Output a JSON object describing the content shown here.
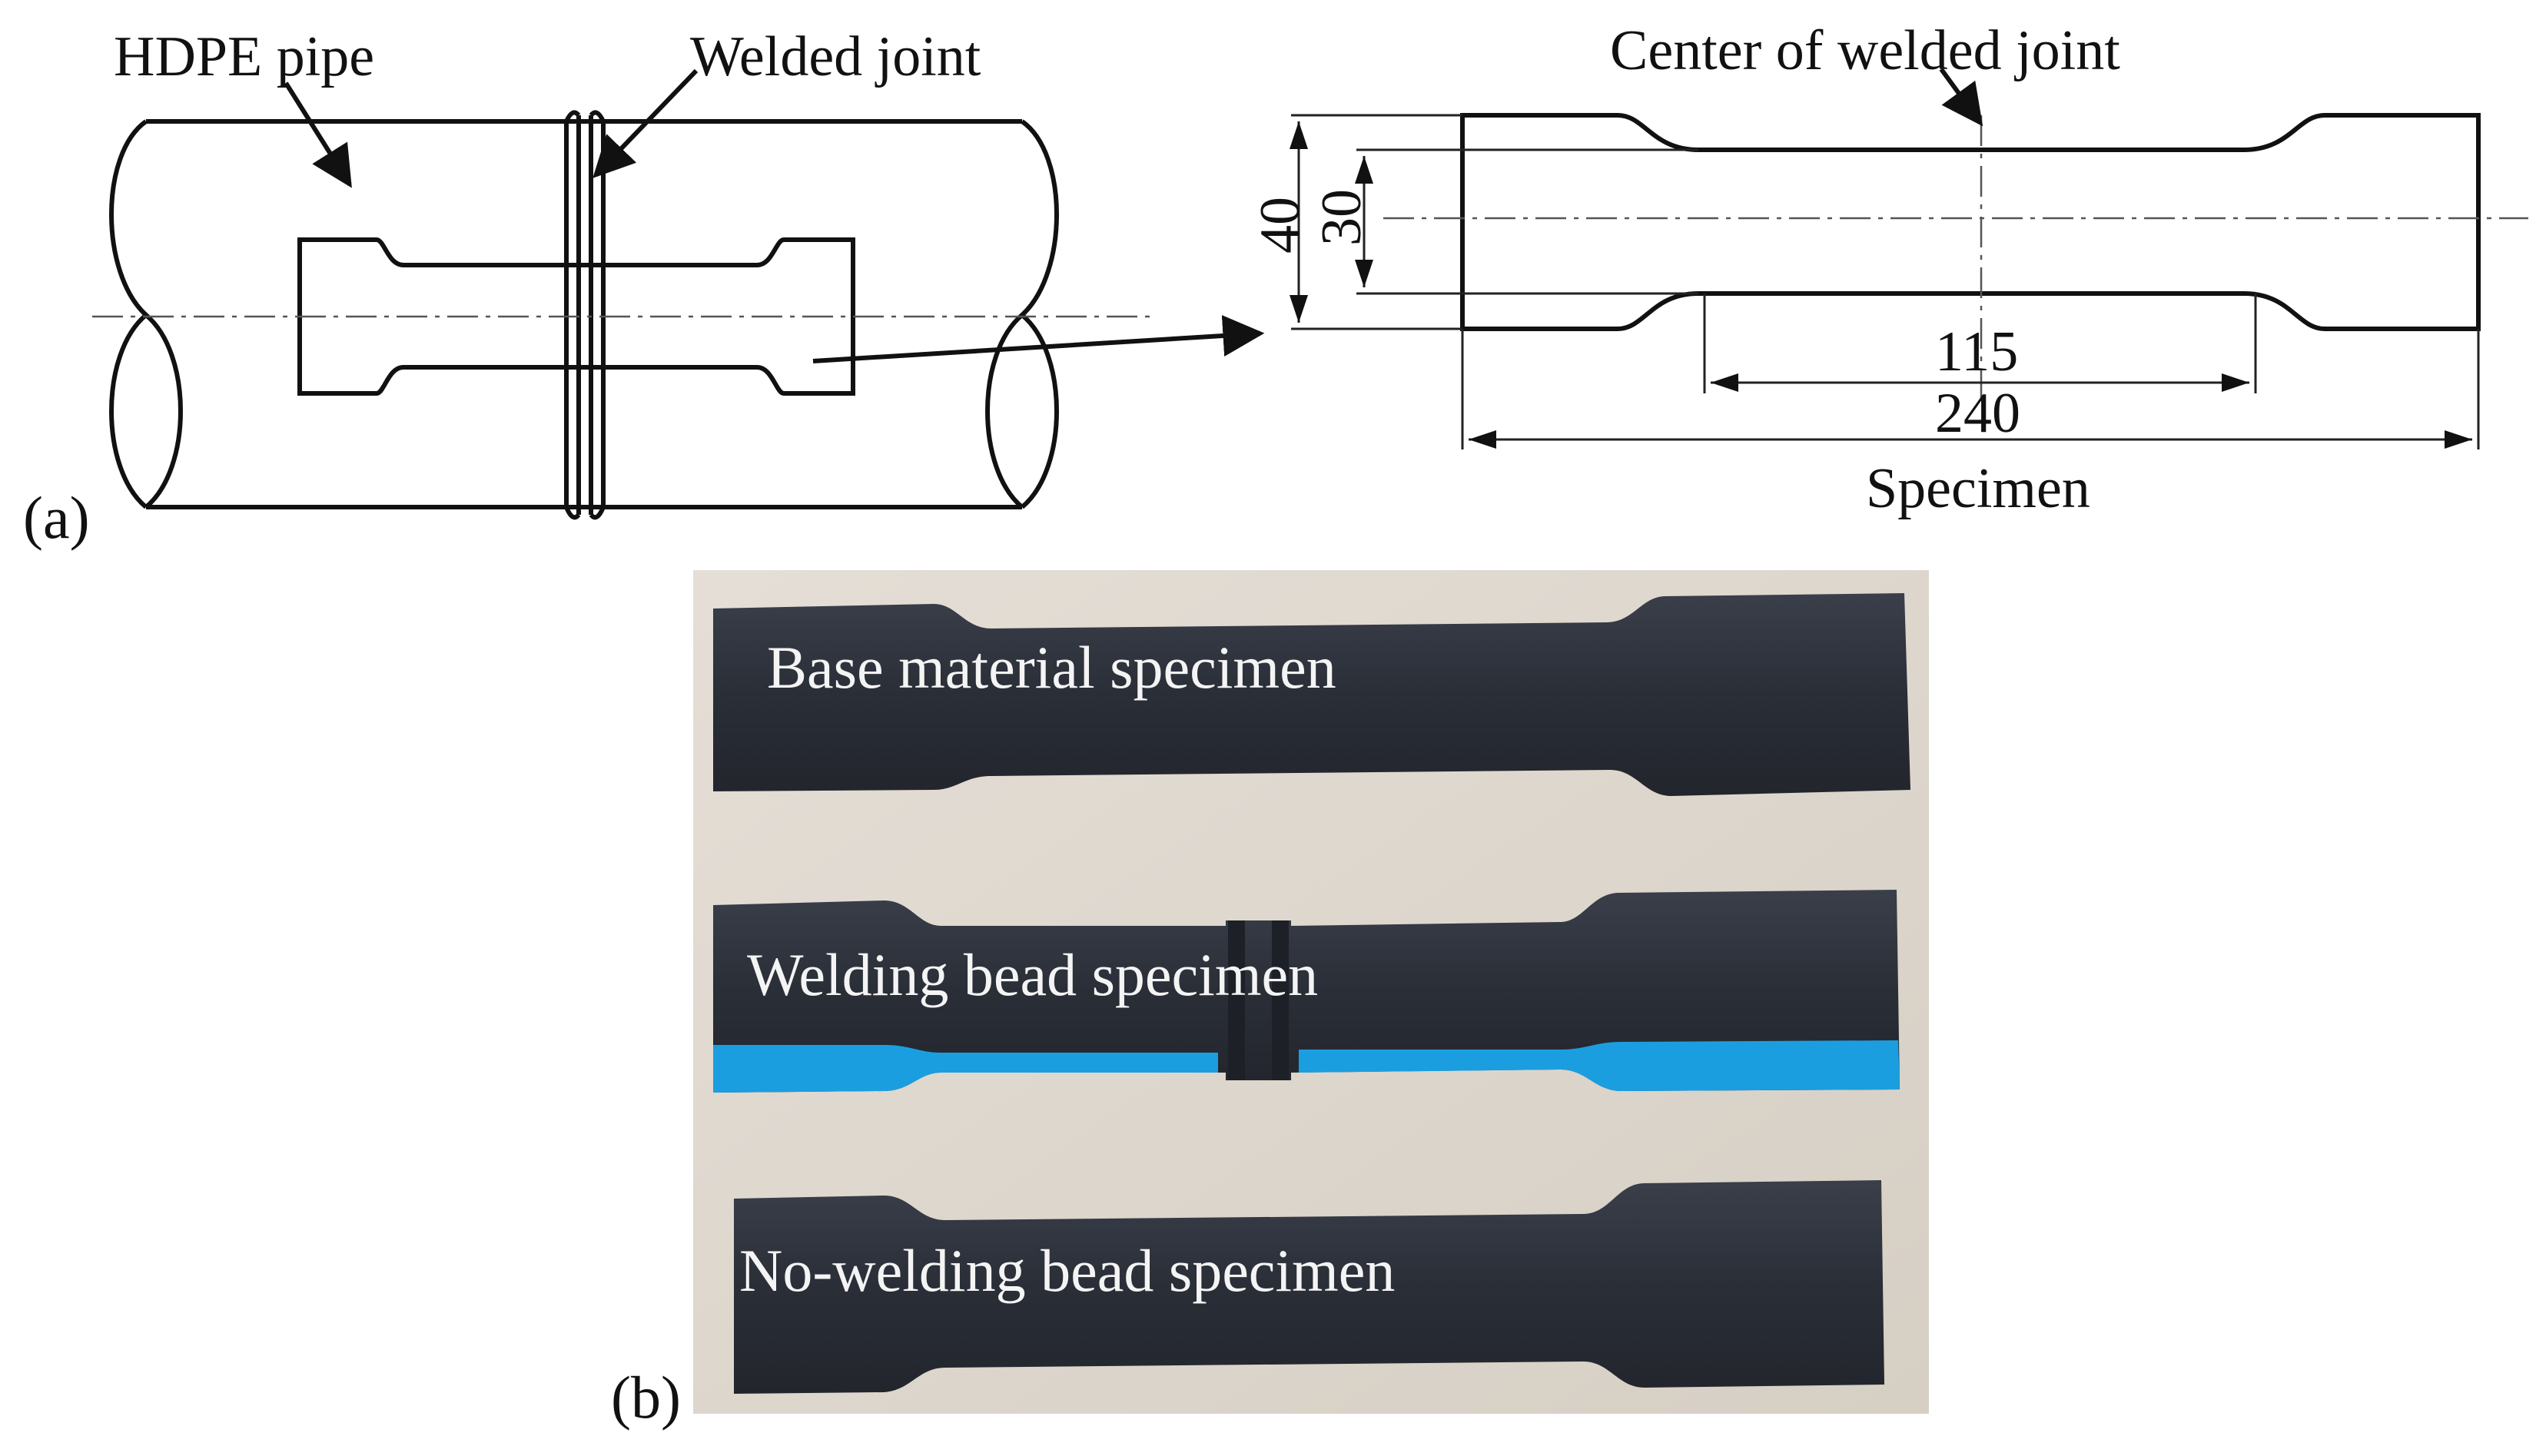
{
  "panel_a": {
    "tag": "(a)",
    "labels": {
      "pipe": "HDPE pipe",
      "joint": "Welded joint",
      "center": "Center of welded joint",
      "specimen": "Specimen"
    },
    "dimensions": {
      "width_outer": "40",
      "width_inner": "30",
      "gauge_length": "115",
      "total_length": "240"
    }
  },
  "panel_b": {
    "tag": "(b)",
    "specimens": [
      "Base material specimen",
      "Welding bead specimen",
      "No-welding bead specimen"
    ],
    "colors": {
      "background": "#ddd6cc",
      "specimen": "#2b2f38",
      "stripe": "#1b9ee0"
    }
  }
}
